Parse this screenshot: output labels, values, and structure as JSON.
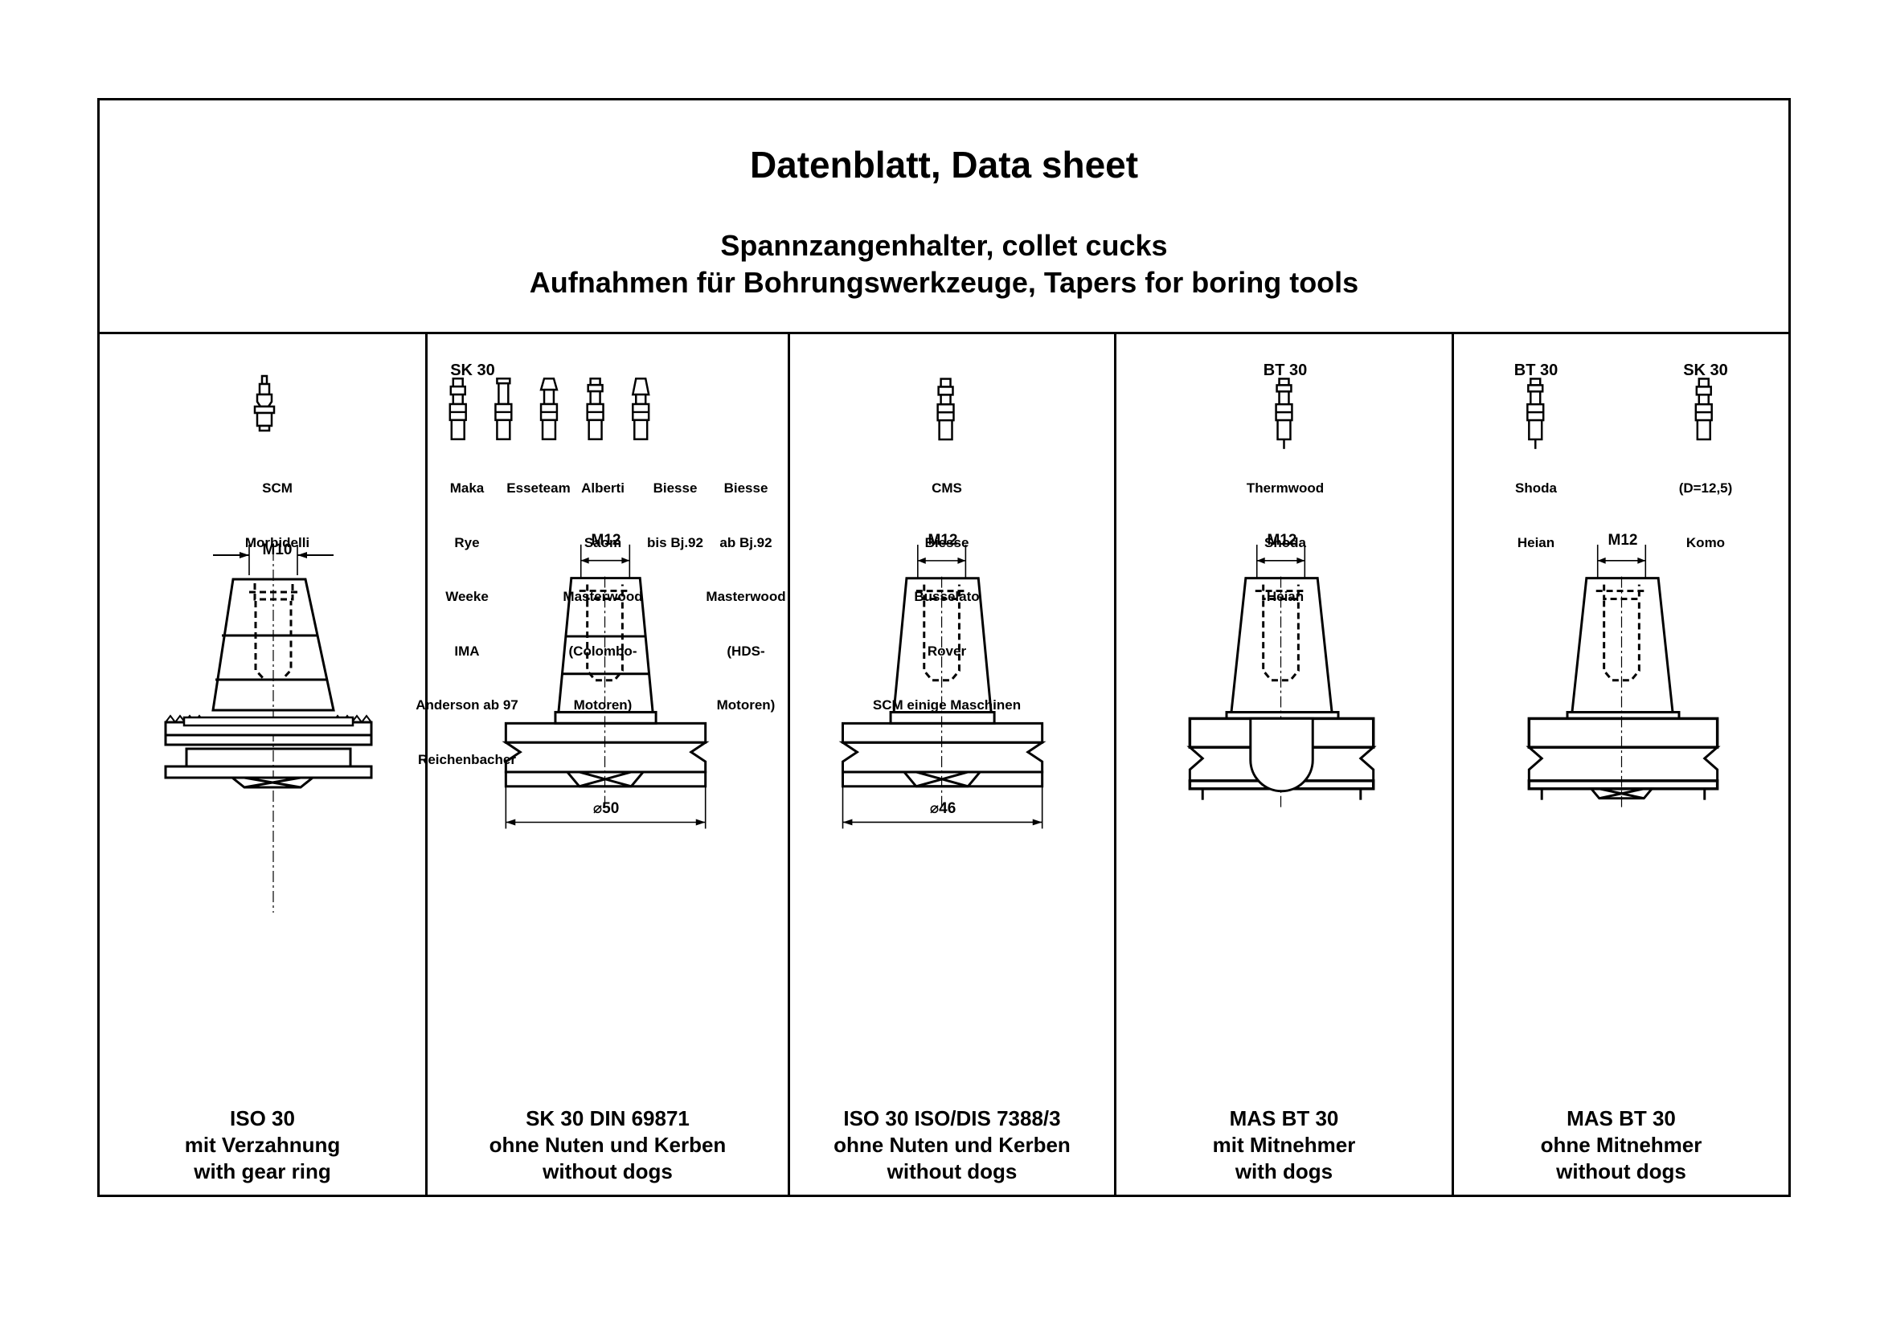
{
  "header": {
    "title": "Datenblatt, Data sheet",
    "subtitle_1": "Spannzangenhalter, collet cucks",
    "subtitle_2": "Aufnahmen für Bohrungswerkzeuge, Tapers for boring tools"
  },
  "columns": [
    {
      "studs": [
        {
          "lines": [
            "SCM",
            "Morbidelli"
          ]
        }
      ],
      "thread": "M10",
      "caption": [
        "ISO 30",
        "mit Verzahnung",
        "with gear ring"
      ]
    },
    {
      "group_label": "SK 30",
      "studs": [
        {
          "lines": [
            "Maka",
            "Rye",
            "Weeke",
            "IMA",
            "Anderson ab 97",
            "Reichenbacher"
          ]
        },
        {
          "lines": [
            "Esseteam"
          ]
        },
        {
          "lines": [
            "Alberti",
            "Saom",
            "Masterwood",
            "(Colombo-",
            "Motoren)"
          ]
        },
        {
          "lines": [
            "Biesse",
            "bis Bj.92"
          ]
        },
        {
          "lines": [
            "Biesse",
            "ab Bj.92",
            "Masterwood",
            "(HDS-",
            "Motoren)"
          ]
        }
      ],
      "thread": "M12",
      "diameter": "⌀50",
      "caption": [
        "SK 30 DIN 69871",
        "ohne Nuten und Kerben",
        "without dogs"
      ]
    },
    {
      "studs": [
        {
          "lines": [
            "CMS",
            "Biesse",
            "Busselato",
            "Rover",
            "SCM einige Maschinen"
          ]
        }
      ],
      "thread": "M12",
      "diameter": "⌀46",
      "caption": [
        "ISO 30 ISO/DIS 7388/3",
        "ohne Nuten und Kerben",
        "without dogs"
      ]
    },
    {
      "studs": [
        {
          "head": "BT 30",
          "lines": [
            "Thermwood",
            "Shoda",
            "Heian"
          ]
        }
      ],
      "thread": "M12",
      "caption": [
        "MAS BT 30",
        "mit Mitnehmer",
        "with dogs"
      ]
    },
    {
      "studs": [
        {
          "head": "BT 30",
          "lines": [
            "Shoda",
            "Heian"
          ]
        },
        {
          "head": "SK 30",
          "lines": [
            "(D=12,5)",
            "Komo"
          ]
        }
      ],
      "thread": "M12",
      "caption": [
        "MAS BT 30",
        "ohne Mitnehmer",
        "without dogs"
      ]
    }
  ]
}
